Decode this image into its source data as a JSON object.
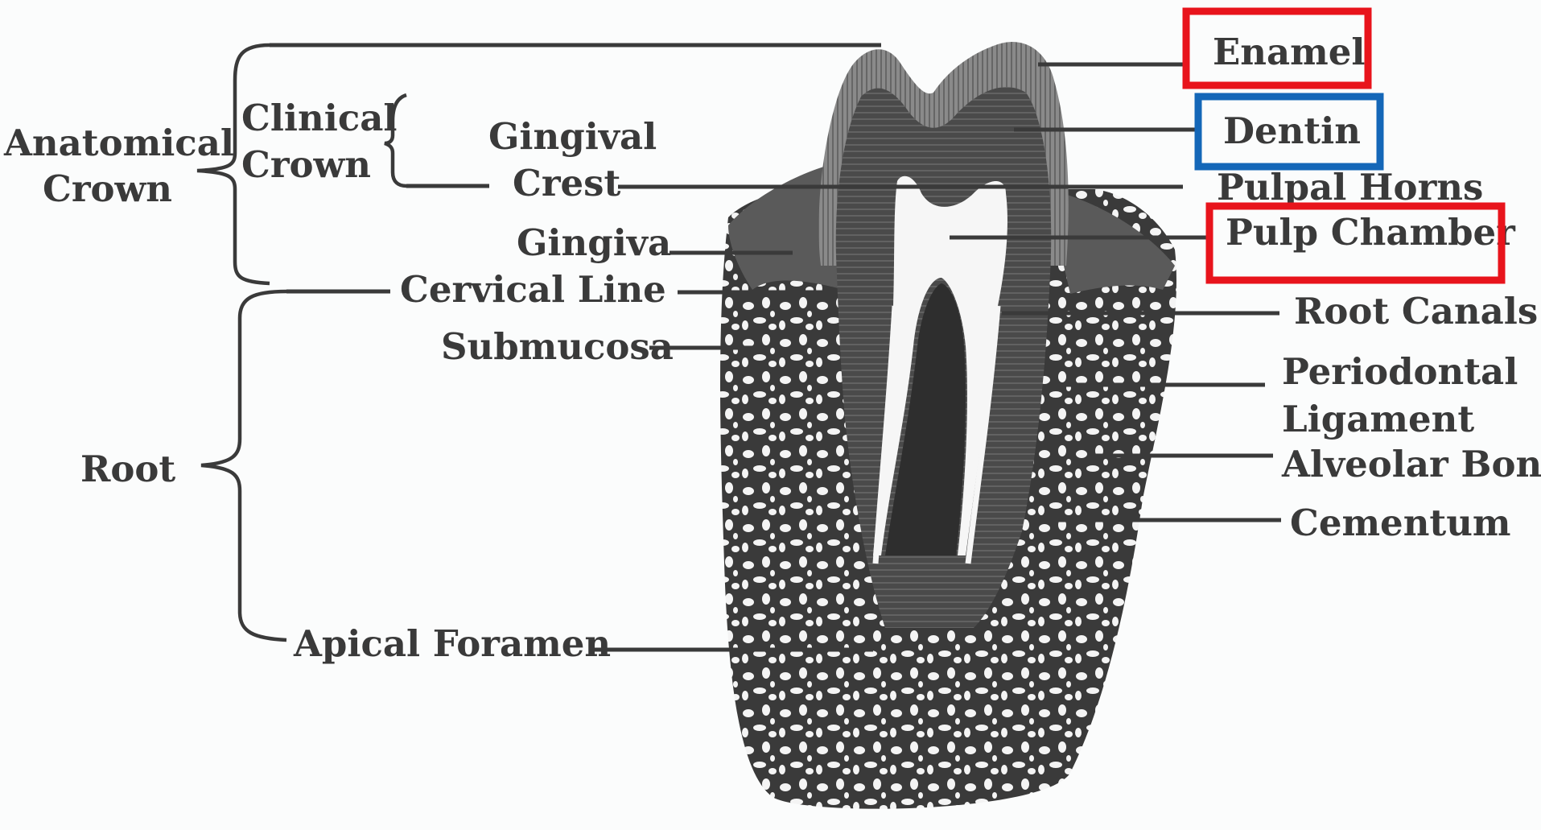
{
  "labels": {
    "anatomical_crown": [
      "Anatomical",
      "Crown"
    ],
    "clinical_crown": [
      "Clinical",
      "Crown"
    ],
    "gingival_crest": [
      "Gingival",
      "Crest"
    ],
    "gingiva": "Gingiva",
    "cervical_line": "Cervical Line",
    "submucosa": "Submucosa",
    "root": "Root",
    "apical_foramen": "Apical Foramen",
    "enamel": "Enamel",
    "dentin": "Dentin",
    "pulpal_horns": "Pulpal Horns",
    "pulp_chamber": "Pulp Chamber",
    "root_canals": "Root Canals",
    "periodontal_ligament": [
      "Periodontal",
      "Ligament"
    ],
    "alveolar_bone": "Alveolar Bone",
    "cementum": "Cementum"
  },
  "highlights": [
    {
      "label": "Enamel",
      "color": "#e8141c"
    },
    {
      "label": "Dentin",
      "color": "#1467b8"
    },
    {
      "label": "Pulp Chamber",
      "color": "#e8141c"
    }
  ],
  "colors": {
    "ink": "#3a3a3a",
    "dark": "#333333",
    "highlight_red": "#e8141c",
    "highlight_blue": "#1467b8"
  }
}
